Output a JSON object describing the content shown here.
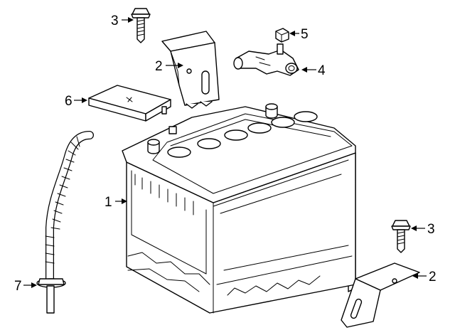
{
  "callouts": {
    "battery": "1",
    "holddown_upper": "2",
    "holddown_lower": "2",
    "bolt_upper": "3",
    "bolt_lower": "3",
    "terminal": "4",
    "nut": "5",
    "cover": "6",
    "vent_tube": "7"
  }
}
